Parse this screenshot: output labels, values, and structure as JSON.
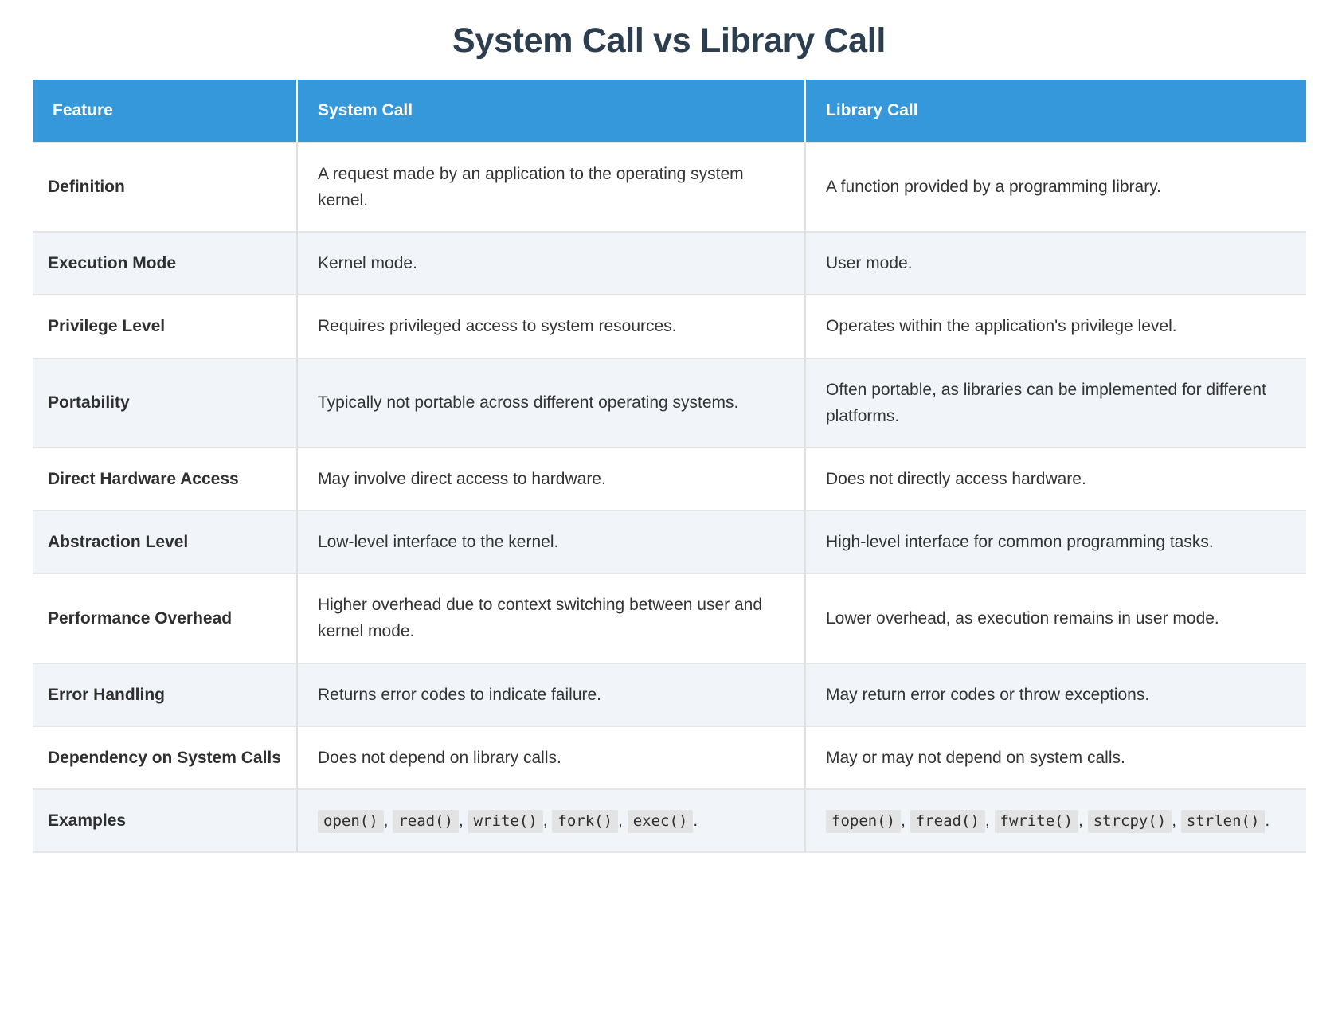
{
  "page": {
    "title": "System Call vs Library Call",
    "accent_color": "#3498db",
    "title_color": "#2c3e50",
    "alt_row_color": "#f1f4f9"
  },
  "table": {
    "headers": {
      "feature": "Feature",
      "system_call": "System Call",
      "library_call": "Library Call"
    },
    "rows": [
      {
        "feature": "Definition",
        "system_call": "A request made by an application to the operating system kernel.",
        "library_call": "A function provided by a programming library."
      },
      {
        "feature": "Execution Mode",
        "system_call": "Kernel mode.",
        "library_call": "User mode."
      },
      {
        "feature": "Privilege Level",
        "system_call": "Requires privileged access to system resources.",
        "library_call": "Operates within the application's privilege level."
      },
      {
        "feature": "Portability",
        "system_call": "Typically not portable across different operating systems.",
        "library_call": "Often portable, as libraries can be implemented for different platforms."
      },
      {
        "feature": "Direct Hardware Access",
        "system_call": "May involve direct access to hardware.",
        "library_call": "Does not directly access hardware."
      },
      {
        "feature": "Abstraction Level",
        "system_call": "Low-level interface to the kernel.",
        "library_call": "High-level interface for common programming tasks."
      },
      {
        "feature": "Performance Overhead",
        "system_call": "Higher overhead due to context switching between user and kernel mode.",
        "library_call": "Lower overhead, as execution remains in user mode."
      },
      {
        "feature": "Error Handling",
        "system_call": "Returns error codes to indicate failure.",
        "library_call": "May return error codes or throw exceptions."
      },
      {
        "feature": "Dependency on System Calls",
        "system_call": "Does not depend on library calls.",
        "library_call": "May or may not depend on system calls."
      }
    ],
    "examples_row": {
      "feature": "Examples",
      "system_call_code": [
        "open()",
        "read()",
        "write()",
        "fork()",
        "exec()"
      ],
      "library_call_code": [
        "fopen()",
        "fread()",
        "fwrite()",
        "strcpy()",
        "strlen()"
      ],
      "separator": ",",
      "terminator": "."
    }
  }
}
